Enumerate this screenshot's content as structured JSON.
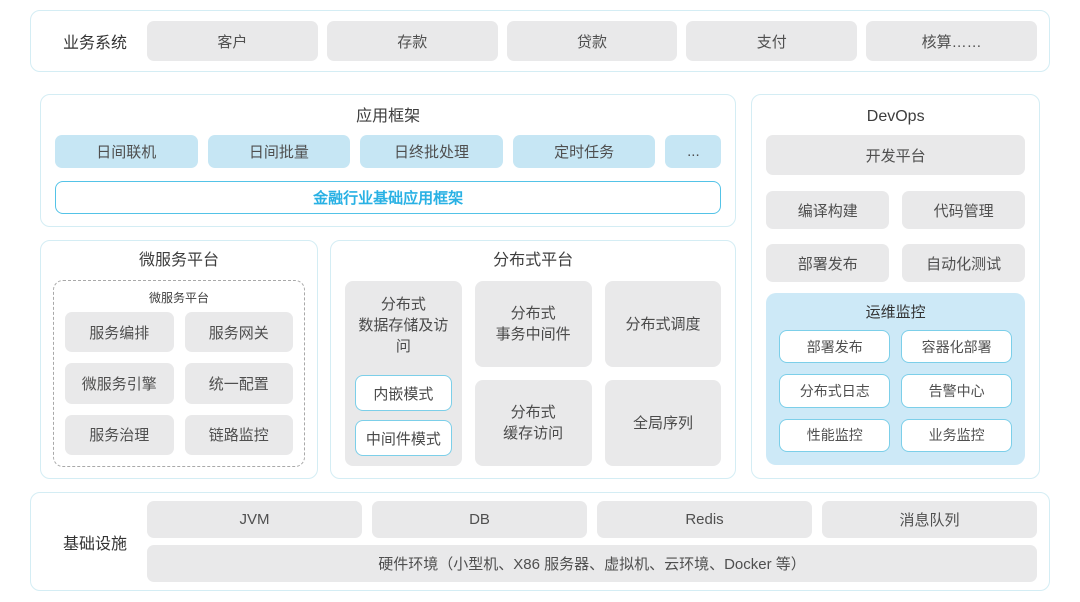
{
  "colors": {
    "card_border": "#d4edf4",
    "gray_box": "#e9e9ea",
    "blue_box": "#c6e6f4",
    "monitor_bg": "#cde9f7",
    "cyan_border": "#7ccfe9",
    "accent_text": "#29b1e4"
  },
  "business": {
    "label": "业务系统",
    "items": [
      "客户",
      "存款",
      "贷款",
      "支付",
      "核算……"
    ]
  },
  "app_framework": {
    "title": "应用框架",
    "items": [
      "日间联机",
      "日间批量",
      "日终批处理",
      "定时任务",
      "..."
    ],
    "base_framework": "金融行业基础应用框架"
  },
  "microservice": {
    "title": "微服务平台",
    "inner_title": "微服务平台",
    "items": [
      "服务编排",
      "服务网关",
      "微服务引擎",
      "统一配置",
      "服务治理",
      "链路监控"
    ]
  },
  "distributed": {
    "title": "分布式平台",
    "storage": {
      "title": "分布式\n数据存储及访问",
      "modes": [
        "内嵌模式",
        "中间件模式"
      ]
    },
    "items": [
      "分布式\n事务中间件",
      "分布式调度",
      "分布式\n缓存访问",
      "全局序列"
    ]
  },
  "devops": {
    "title": "DevOps",
    "dev_platform": "开发平台",
    "items": [
      "编译构建",
      "代码管理",
      "部署发布",
      "自动化测试"
    ],
    "ops_monitor": {
      "title": "运维监控",
      "items": [
        "部署发布",
        "容器化部署",
        "分布式日志",
        "告警中心",
        "性能监控",
        "业务监控"
      ]
    }
  },
  "infrastructure": {
    "label": "基础设施",
    "items": [
      "JVM",
      "DB",
      "Redis",
      "消息队列"
    ],
    "hardware": "硬件环境（小型机、X86 服务器、虚拟机、云环境、Docker 等）"
  }
}
